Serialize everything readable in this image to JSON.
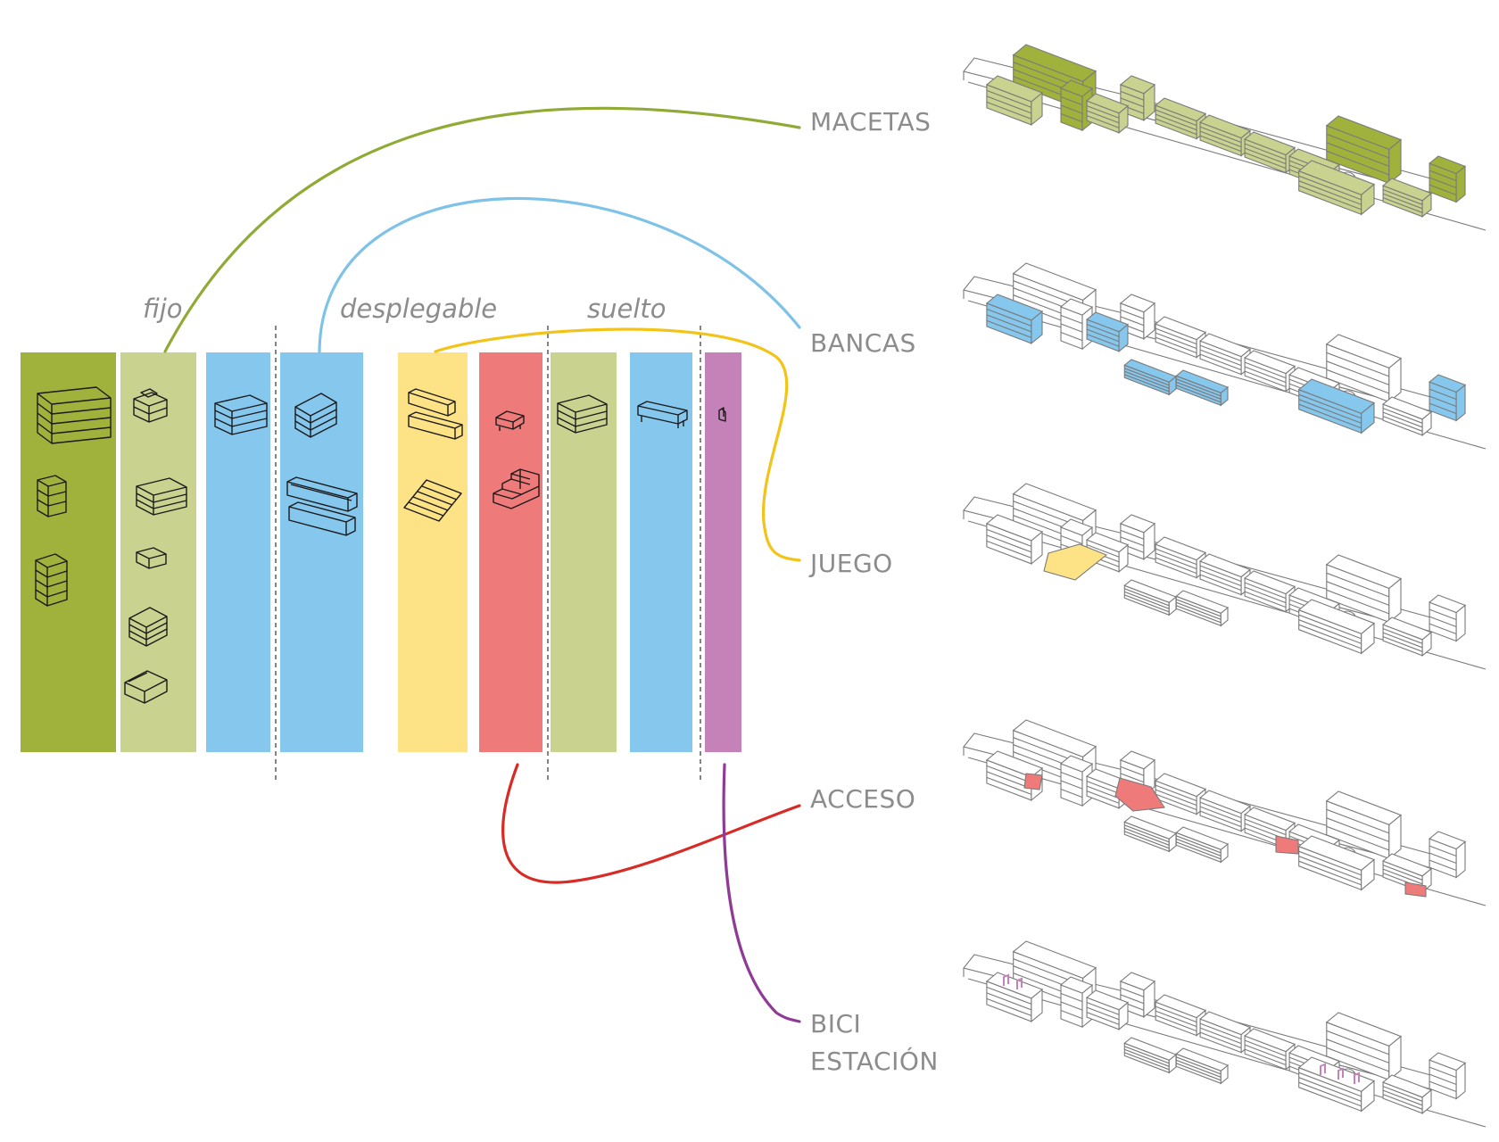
{
  "categories": [
    {
      "id": "fijo",
      "label": "fijo"
    },
    {
      "id": "desplegable",
      "label": "desplegable"
    },
    {
      "id": "suelto",
      "label": "suelto"
    }
  ],
  "legend": [
    {
      "id": "macetas",
      "lines": [
        "MACETAS"
      ],
      "color": "#8faa35"
    },
    {
      "id": "bancas",
      "lines": [
        "BANCAS"
      ],
      "color": "#7ec2e8"
    },
    {
      "id": "juego",
      "lines": [
        "JUEGO"
      ],
      "color": "#f2c318"
    },
    {
      "id": "acceso",
      "lines": [
        "ACCESO"
      ],
      "color": "#d92b25"
    },
    {
      "id": "bici-estacion",
      "lines": [
        "BICI",
        "ESTACIÓN"
      ],
      "color": "#8e3a96"
    }
  ],
  "palette": {
    "dark_green": "#a0b23b",
    "light_green": "#c9d38f",
    "blue": "#86c7ee",
    "yellow": "#fde385",
    "red": "#ef7a7a",
    "purple": "#c482b8"
  }
}
